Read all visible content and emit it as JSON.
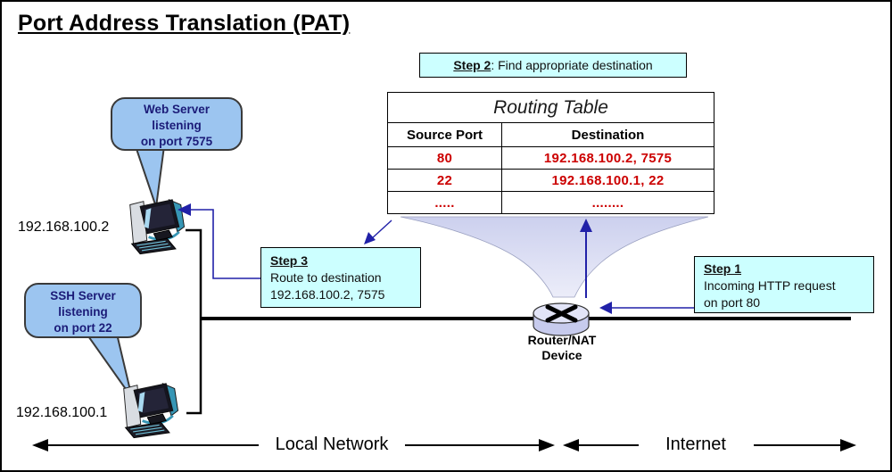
{
  "title": "Port Address Translation (PAT)",
  "colors": {
    "step_box_bg": "#ccffff",
    "bubble_bg": "#9cc5f0",
    "bubble_text": "#1b1b78",
    "table_data_red": "#cc0000",
    "arrow_blue": "#2121a8",
    "funnel_lavender": "#d4d7f0"
  },
  "steps": {
    "step2": {
      "label": "Step 2",
      "rest": ": Find appropriate destination"
    },
    "step3": {
      "label": "Step 3",
      "line1": "Route to destination",
      "line2": "192.168.100.2, 7575"
    },
    "step1": {
      "label": "Step 1",
      "line1": "Incoming HTTP request",
      "line2": "on port 80"
    }
  },
  "routing_table": {
    "title": "Routing Table",
    "headers": [
      "Source Port",
      "Destination"
    ],
    "rows": [
      [
        "80",
        "192.168.100.2, 7575"
      ],
      [
        "22",
        "192.168.100.1, 22"
      ],
      [
        ".....",
        "........"
      ]
    ]
  },
  "bubbles": {
    "web": {
      "line1": "Web Server",
      "line2": "listening",
      "line3": "on port 7575"
    },
    "ssh": {
      "line1": "SSH Server",
      "line2": "listening",
      "line3": "on port 22"
    }
  },
  "hosts": {
    "host1_ip": "192.168.100.2",
    "host2_ip": "192.168.100.1"
  },
  "router_label": {
    "line1": "Router/NAT",
    "line2": "Device"
  },
  "zones": {
    "local": "Local Network",
    "internet": "Internet"
  }
}
